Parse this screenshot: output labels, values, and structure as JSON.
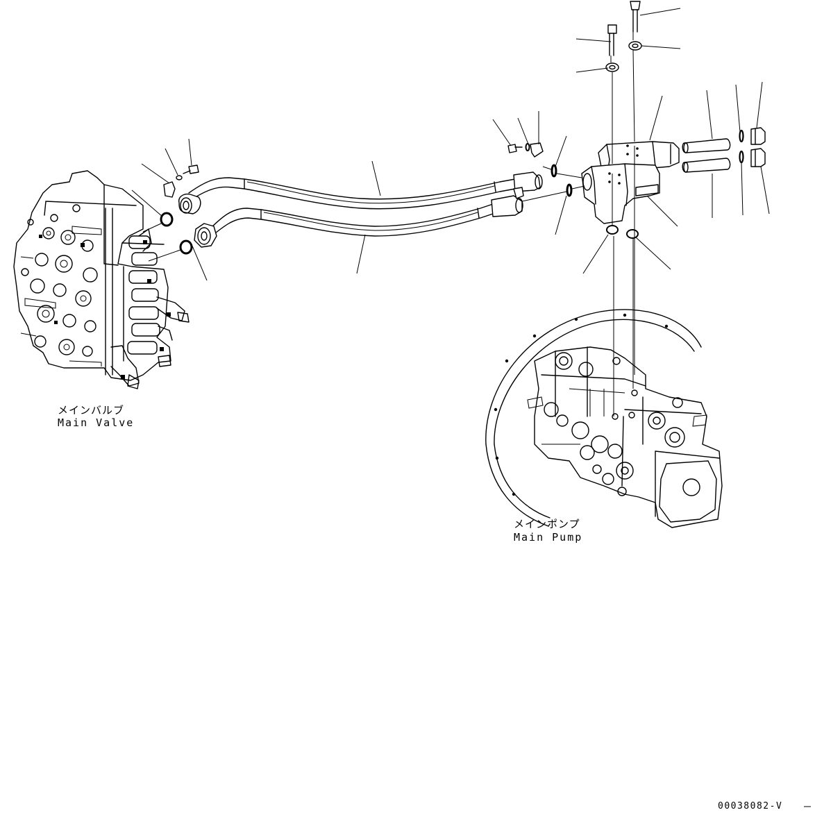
{
  "labels": {
    "main_valve_jp": "メインバルブ",
    "main_valve_en": "Main Valve",
    "main_pump_jp": "メインポンプ",
    "main_pump_en": "Main Pump"
  },
  "drawing_code": "00038082-V"
}
